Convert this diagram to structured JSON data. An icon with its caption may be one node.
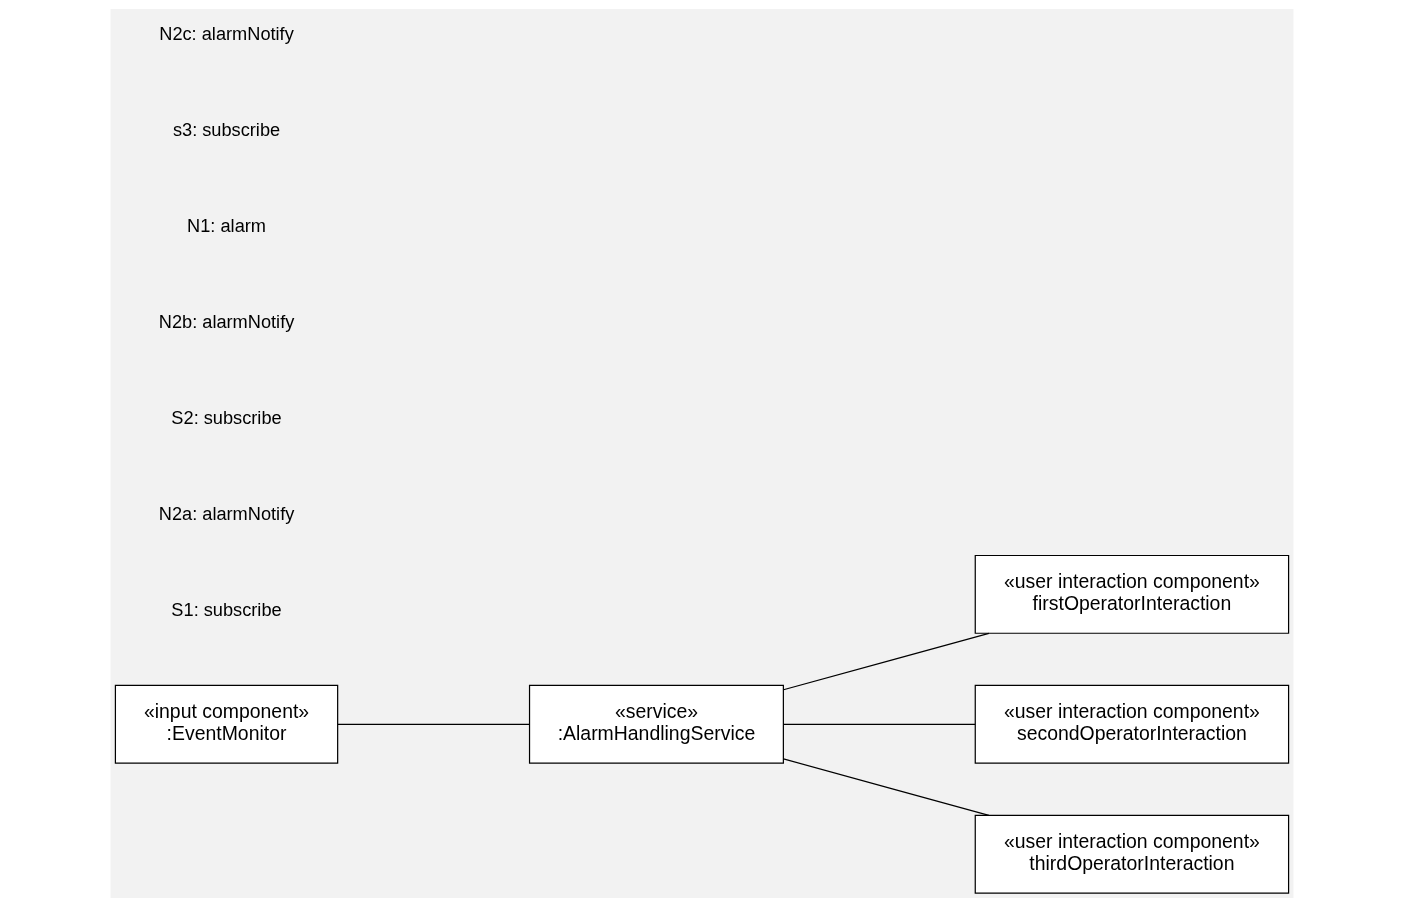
{
  "diagram": {
    "nodes": [
      {
        "text": [
          "«service»",
          ":AlarmHandlingService"
        ]
      },
      {
        "text": [
          "«user interaction component»",
          "firstOperatorInteraction"
        ]
      },
      {
        "text": [
          "«user interaction component»",
          "secondOperatorInteraction"
        ]
      },
      {
        "text": [
          "«user interaction component»",
          "thirdOperatorInteraction"
        ]
      },
      {
        "text": [
          "«input component»",
          ":EventMonitor"
        ]
      }
    ],
    "edges": [
      {
        "from": 0,
        "to": 1,
        "arrow": "none"
      },
      {
        "from": 0,
        "to": 2,
        "arrow": "none"
      },
      {
        "from": 0,
        "to": 3,
        "arrow": "none"
      },
      {
        "from": 4,
        "to": 0,
        "arrow": "none"
      }
    ],
    "labels": [
      "S1: subscribe",
      "N2a: alarmNotify",
      "S2: subscribe",
      "N2b: alarmNotify",
      "N1: alarm",
      "s3: subscribe",
      "N2c: alarmNotify"
    ]
  }
}
